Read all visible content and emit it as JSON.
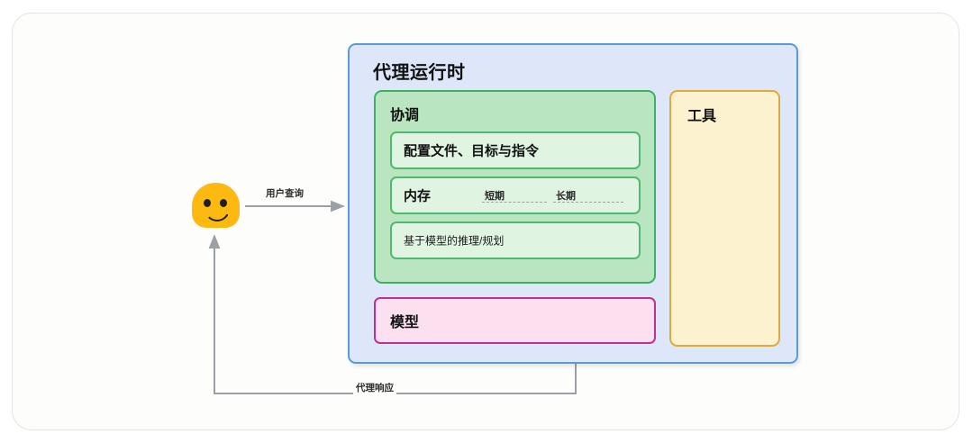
{
  "diagram": {
    "watermark_text": "",
    "user": {
      "avatar_name": "user-avatar",
      "face_color": "#fcb911"
    },
    "edges": [
      {
        "id": "query",
        "label": "用户查询",
        "from": "user",
        "to": "runtime"
      },
      {
        "id": "response",
        "label": "代理响应",
        "from": "runtime",
        "to": "user"
      }
    ],
    "runtime": {
      "title": "代理运行时",
      "border_color": "#5b9bd5",
      "fill_color": "#dde7f9",
      "orchestration": {
        "title": "协调",
        "border_color": "#3faf62",
        "fill_color": "#b9e5c0",
        "rows": [
          {
            "id": "profile",
            "label": "配置文件、目标与指令",
            "emphasis": "big"
          },
          {
            "id": "memory",
            "label": "内存",
            "emphasis": "big",
            "sub_labels": [
              "短期",
              "长期"
            ]
          },
          {
            "id": "reason",
            "label": "基于模型的推理/规划",
            "emphasis": "small"
          }
        ]
      },
      "model": {
        "title": "模型",
        "border_color": "#c2308f",
        "fill_color": "#fce0f0"
      },
      "tools": {
        "title": "工具",
        "border_color": "#e0a93b",
        "fill_color": "#fcf2d0"
      }
    }
  }
}
